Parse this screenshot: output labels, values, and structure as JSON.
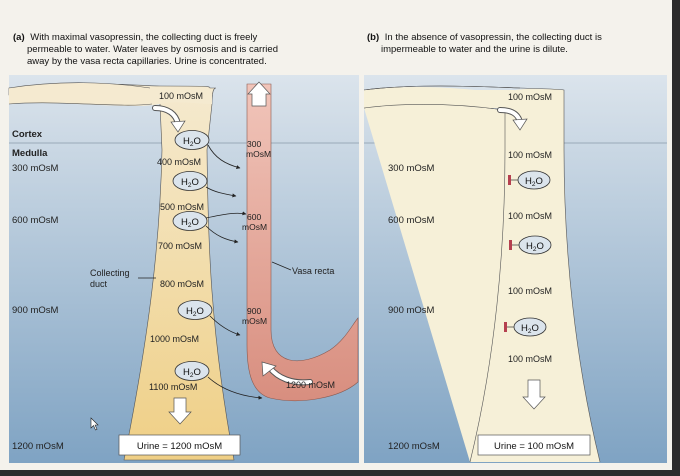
{
  "panel_a": {
    "caption_label": "(a)",
    "caption_lines": [
      "With maximal vasopressin, the collecting duct is freely",
      "permeable to water. Water leaves by osmosis and is carried",
      "away by the vasa recta capillaries. Urine is concentrated."
    ],
    "cortex": "Cortex",
    "medulla": "Medulla",
    "interstitial_levels": [
      "300 mOsM",
      "600 mOsM",
      "900 mOsM",
      "1200 mOsM"
    ],
    "duct_levels": [
      "100 mOsM",
      "400 mOsM",
      "500 mOsM",
      "700 mOsM",
      "800 mOsM",
      "1000 mOsM",
      "1100 mOsM"
    ],
    "vasa_levels": [
      [
        "300",
        "mOsM"
      ],
      [
        "600",
        "mOsM"
      ],
      [
        "900",
        "mOsM"
      ]
    ],
    "vasa_bottom": "1200 mOsM",
    "collecting_duct_label": [
      "Collecting",
      "duct"
    ],
    "vasa_recta_label": "Vasa recta",
    "water": "H",
    "water_sub": "2",
    "water_tail": "O",
    "urine": "Urine = 1200 mOsM"
  },
  "panel_b": {
    "caption_label": "(b)",
    "caption_lines": [
      "In the absence of vasopressin, the collecting duct is",
      "impermeable to water and the urine is dilute."
    ],
    "interstitial_levels": [
      "300 mOsM",
      "600 mOsM",
      "900 mOsM",
      "1200 mOsM"
    ],
    "duct_levels": [
      "100 mOsM",
      "100 mOsM",
      "100 mOsM",
      "100 mOsM",
      "100 mOsM"
    ],
    "water": "H",
    "water_sub": "2",
    "water_tail": "O",
    "urine": "Urine = 100 mOsM"
  },
  "colors": {
    "background": "#f4f2ec",
    "cortex_blue": "#dbe4ec",
    "medulla_blue": "#8fb0cc",
    "duct_a": "#f3dca3",
    "duct_b": "#f6f0d8",
    "vasa": "#d9978a",
    "blocker": "#b5404f"
  }
}
